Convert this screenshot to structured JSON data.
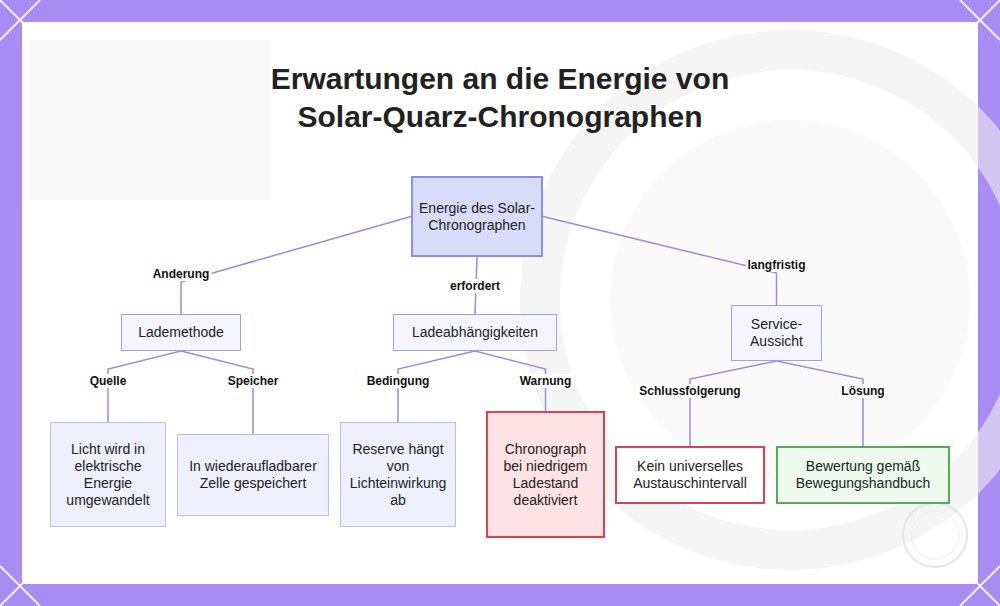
{
  "diagram": {
    "title": "Erwartungen an die Energie von Solar-Quarz-Chronographen",
    "nodes": [
      {
        "text": [
          "Energie des Solar-Chronographen"
        ]
      },
      {
        "text": [
          "Lademethode"
        ]
      },
      {
        "text": [
          "Ladeabhängigkeiten"
        ]
      },
      {
        "text": [
          "Service-Aussicht"
        ]
      },
      {
        "text": [
          "Licht wird in elektrische Energie umgewandelt"
        ]
      },
      {
        "text": [
          "In wiederaufladbarer Zelle gespeichert"
        ]
      },
      {
        "text": [
          "Reserve hängt von Lichteinwirkung ab"
        ]
      },
      {
        "text": [
          "Chronograph bei niedrigem Ladestand deaktiviert"
        ]
      },
      {
        "text": [
          "Kein universelles Austauschintervall"
        ]
      },
      {
        "text": [
          "Bewertung gemäß Bewegungshandbuch"
        ]
      }
    ],
    "edges": [
      {
        "from": 0,
        "to": 1,
        "label": "Anderung",
        "arrow": "none"
      },
      {
        "from": 0,
        "to": 2,
        "label": "erfordert",
        "arrow": "none"
      },
      {
        "from": 0,
        "to": 3,
        "label": "langfristig",
        "arrow": "none"
      },
      {
        "from": 1,
        "to": 4,
        "label": "Quelle",
        "arrow": "none"
      },
      {
        "from": 1,
        "to": 5,
        "label": "Speicher",
        "arrow": "none"
      },
      {
        "from": 2,
        "to": 6,
        "label": "Bedingung",
        "arrow": "none"
      },
      {
        "from": 2,
        "to": 7,
        "label": "Warnung",
        "arrow": "none"
      },
      {
        "from": 3,
        "to": 8,
        "label": "Schlussfolgerung",
        "arrow": "none"
      },
      {
        "from": 3,
        "to": 9,
        "label": "Lösung",
        "arrow": "none"
      }
    ]
  }
}
